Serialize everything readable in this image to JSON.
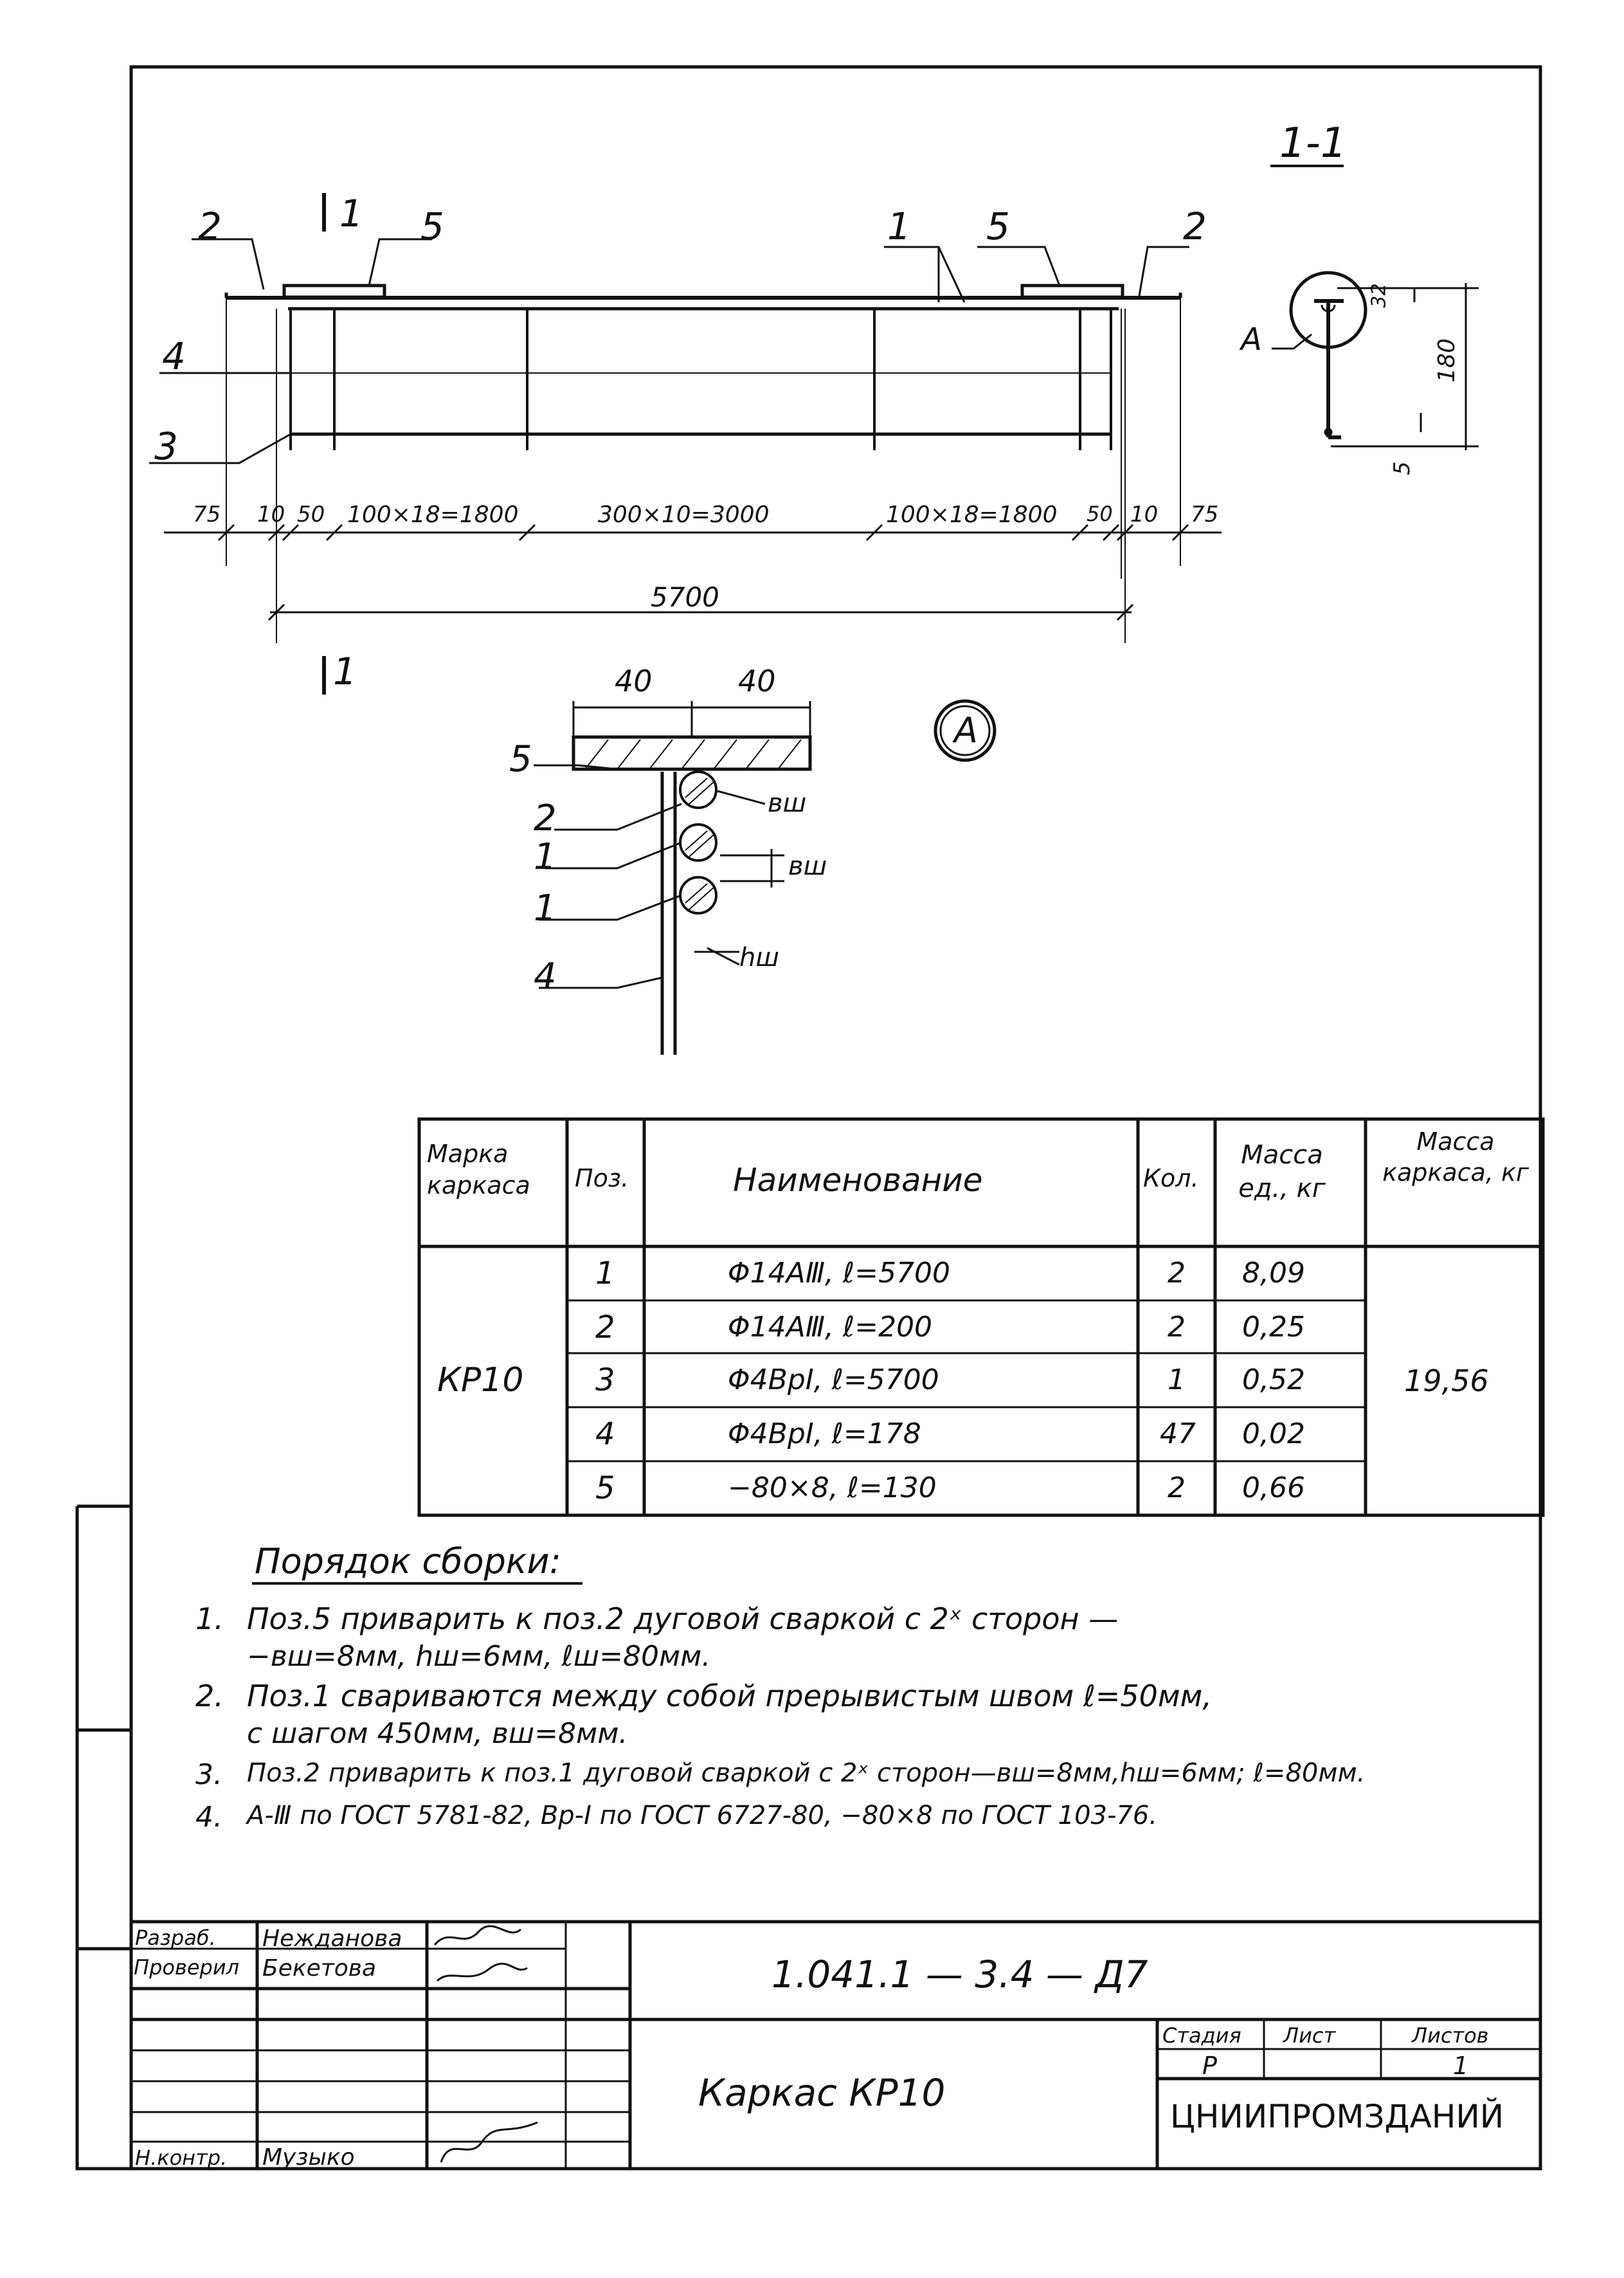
{
  "section_label": "1-1",
  "cut_marks": [
    "1",
    "1"
  ],
  "positions": {
    "p1": "1",
    "p2": "2",
    "p3": "3",
    "p4": "4",
    "p5": "5"
  },
  "callout_A": "А",
  "detail_marker": "А",
  "dimensions": {
    "d75a": "75",
    "d10a": "10",
    "d50a": "50",
    "d1800a": "100×18=1800",
    "d3000": "300×10=3000",
    "d1800b": "100×18=1800",
    "d50b": "50",
    "d10b": "10",
    "d75b": "75",
    "total": "5700",
    "h32": "32",
    "h180": "180",
    "h5": "5",
    "w40a": "40",
    "w40b": "40",
    "bw1": "вш",
    "bw2": "вш",
    "hw": "hш"
  },
  "spec_table": {
    "headers": [
      "Марка каркаса",
      "Поз.",
      "Наименование",
      "Кол.",
      "Масса ед., кг",
      "Масса каркаса, кг"
    ],
    "mark": "КР10",
    "total_mass": "19,56",
    "rows": [
      {
        "pos": "1",
        "name": "Φ14АⅢ, ℓ=5700",
        "qty": "2",
        "mass": "8,09"
      },
      {
        "pos": "2",
        "name": "Φ14АⅢ, ℓ=200",
        "qty": "2",
        "mass": "0,25"
      },
      {
        "pos": "3",
        "name": "Φ4ВрI, ℓ=5700",
        "qty": "1",
        "mass": "0,52"
      },
      {
        "pos": "4",
        "name": "Φ4ВрI, ℓ=178",
        "qty": "47",
        "mass": "0,02"
      },
      {
        "pos": "5",
        "name": "−80×8, ℓ=130",
        "qty": "2",
        "mass": "0,66"
      }
    ]
  },
  "notes": {
    "title": "Порядок сборки:",
    "items": [
      {
        "num": "1.",
        "text": "Поз.5 приварить к поз.2 дуговой сваркой с 2ˣ сторон —",
        "cont": "−вш=8мм, hш=6мм, ℓш=80мм."
      },
      {
        "num": "2.",
        "text": "Поз.1 свариваются между собой прерывистым швом ℓ=50мм,",
        "cont": "с шагом 450мм, вш=8мм."
      },
      {
        "num": "3.",
        "text": "Поз.2 приварить к поз.1 дуговой сваркой с 2ˣ сторон—вш=8мм,hш=6мм; ℓ=80мм.",
        "cont": ""
      },
      {
        "num": "4.",
        "text": "А-Ⅲ по ГОСТ 5781-82, Вр-I по ГОСТ 6727-80, −80×8 по ГОСТ 103-76.",
        "cont": ""
      }
    ]
  },
  "title_block": {
    "roles": [
      "Разраб.",
      "Проверил",
      "Н.контр."
    ],
    "names": [
      "Нежданова",
      "Бекетова",
      "Музыко"
    ],
    "doc_code": "1.041.1 — 3.4 — Д7",
    "title": "Каркас КР10",
    "stage_label": "Стадия",
    "sheet_label": "Лист",
    "sheets_label": "Листов",
    "stage": "Р",
    "sheets": "1",
    "org": "ЦНИИПРОМЗДАНИЙ"
  }
}
